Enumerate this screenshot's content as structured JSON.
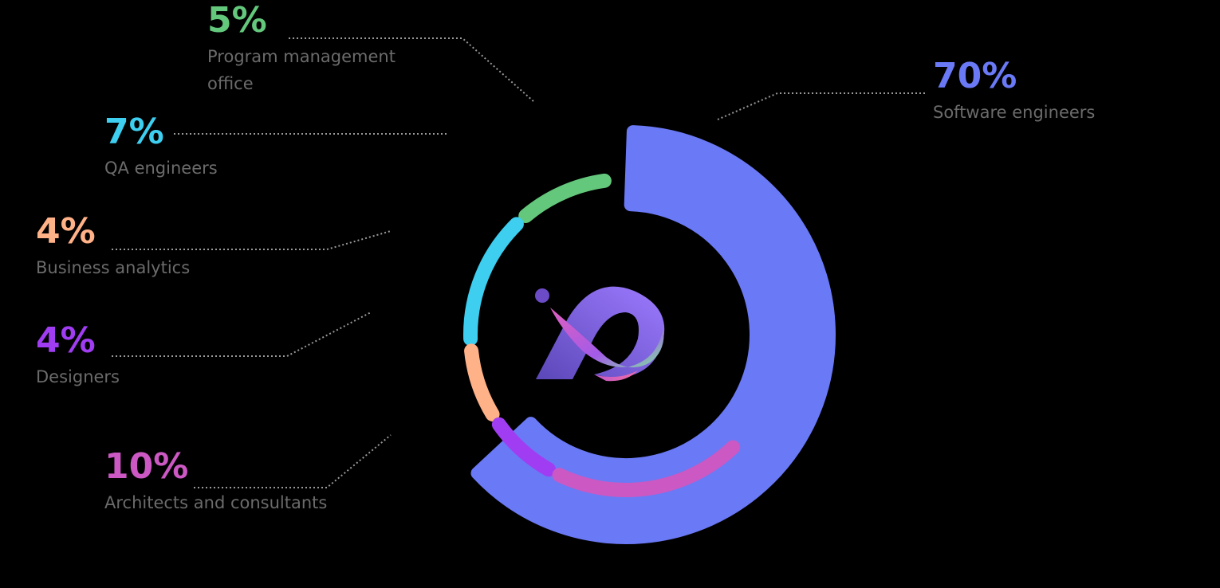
{
  "chart_data": {
    "type": "pie",
    "series": [
      {
        "name": "Software engineers",
        "value": 70,
        "value_label": "70%",
        "color": "#6A79F5"
      },
      {
        "name": "Program management office",
        "value": 5,
        "value_label": "5%",
        "color": "#64C87C"
      },
      {
        "name": "QA engineers",
        "value": 7,
        "value_label": "7%",
        "color": "#3DCEF0"
      },
      {
        "name": "Business analytics",
        "value": 4,
        "value_label": "4%",
        "color": "#FFB187"
      },
      {
        "name": "Designers",
        "value": 4,
        "value_label": "4%",
        "color": "#A03DF2"
      },
      {
        "name": "Architects and consultants",
        "value": 10,
        "value_label": "10%",
        "color": "#CC58C3"
      }
    ],
    "donut": true,
    "grid": false
  }
}
